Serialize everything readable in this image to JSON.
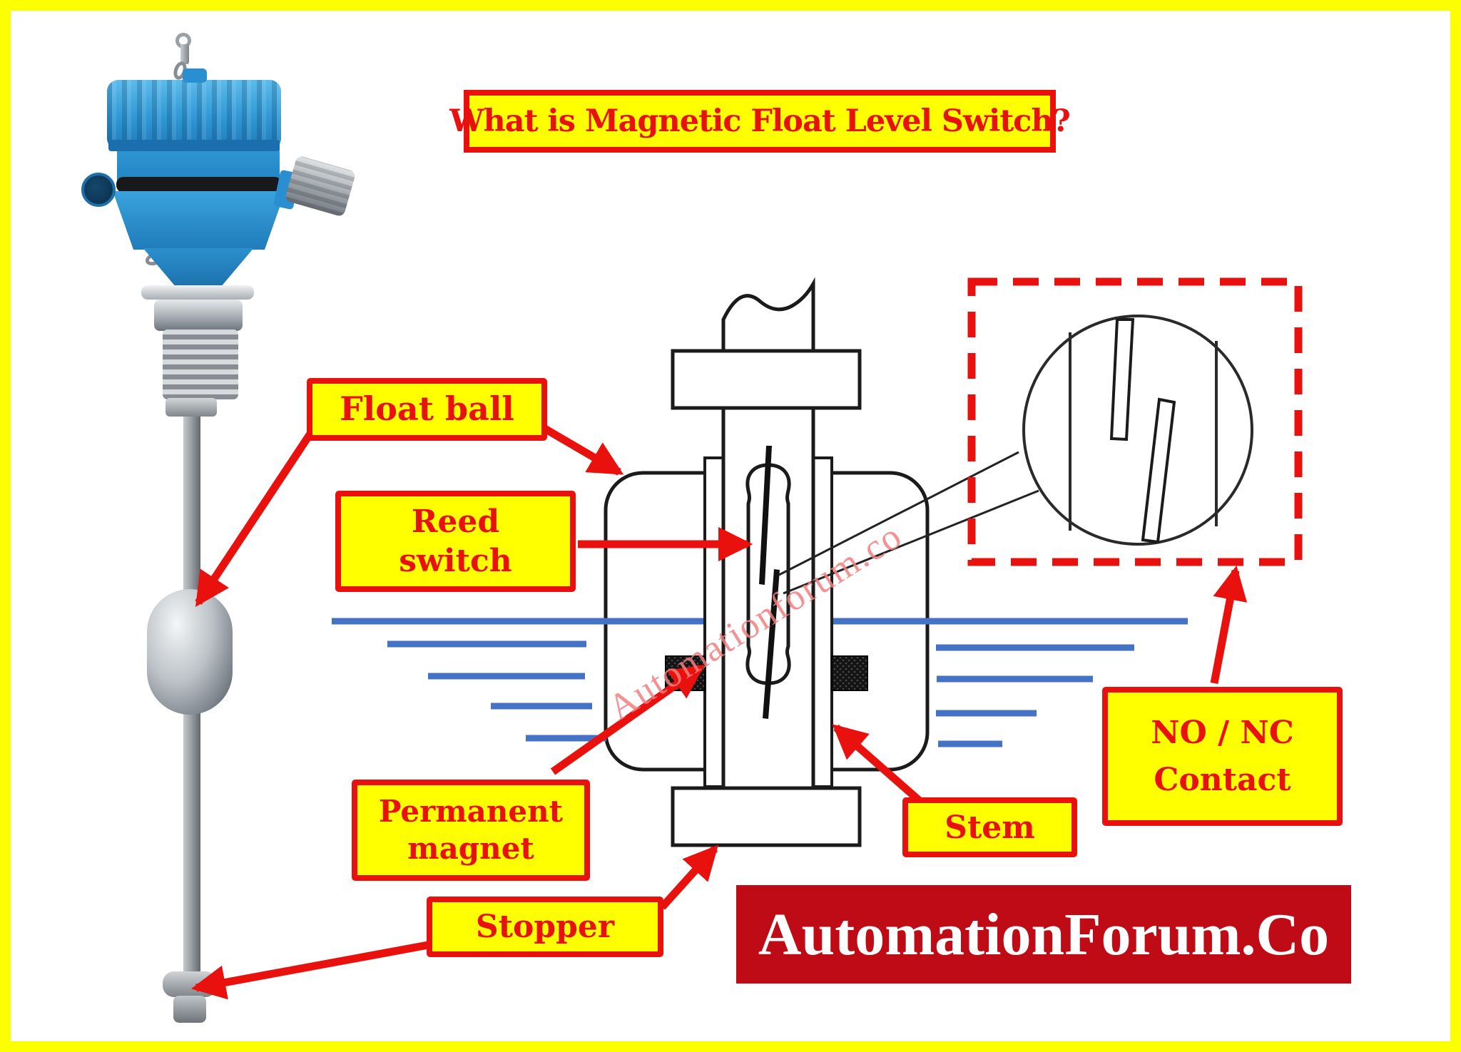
{
  "title": {
    "text": "What is Magnetic Float Level Switch?"
  },
  "callouts": {
    "float_ball": {
      "text": "Float ball"
    },
    "reed_switch": {
      "line1": "Reed",
      "line2": "switch"
    },
    "permanent_magnet": {
      "line1": "Permanent",
      "line2": "magnet"
    },
    "stopper": {
      "text": "Stopper"
    },
    "stem": {
      "text": "Stem"
    },
    "no_nc_contact": {
      "line1": "NO / NC",
      "line2": "Contact"
    }
  },
  "watermark": {
    "text": "Automationforum.co"
  },
  "footer": {
    "brand": "AutomationForum.Co"
  },
  "colors": {
    "page_border": "#FBFF00",
    "callout_bg": "#FFFF00",
    "accent_red": "#E8110D",
    "banner_bg": "#BE0B15",
    "banner_text": "#FFFFFF",
    "water_blue": "#4472C4",
    "schematic_line": "#1B1B1B",
    "device_blue": "#2B93D5",
    "watermark_pink": "#F08080"
  }
}
